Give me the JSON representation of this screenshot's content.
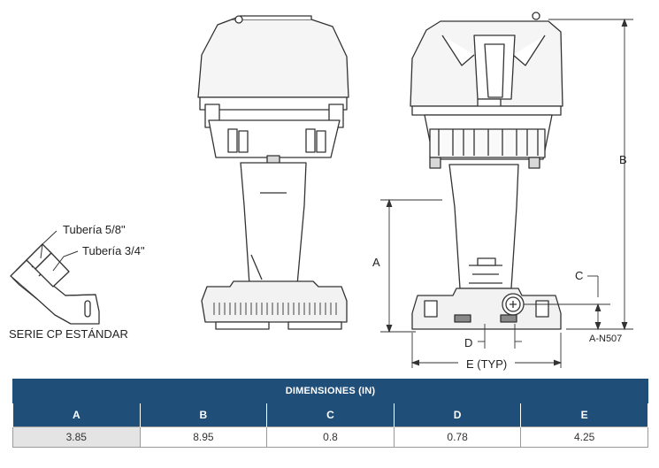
{
  "drawing": {
    "label_tuberia_58": "Tubería 5/8\"",
    "label_tuberia_34": "Tubería 3/4\"",
    "label_serie": "SERIE CP ESTÁNDAR",
    "dim_a": "A",
    "dim_b": "B",
    "dim_c": "C",
    "dim_d": "D",
    "dim_e": "E (TYP)",
    "part_code": "A-N507"
  },
  "table": {
    "title": "DIMENSIONES (IN)",
    "headers": [
      "A",
      "B",
      "C",
      "D",
      "E"
    ],
    "values": [
      "3.85",
      "8.95",
      "0.8",
      "0.78",
      "4.25"
    ]
  }
}
